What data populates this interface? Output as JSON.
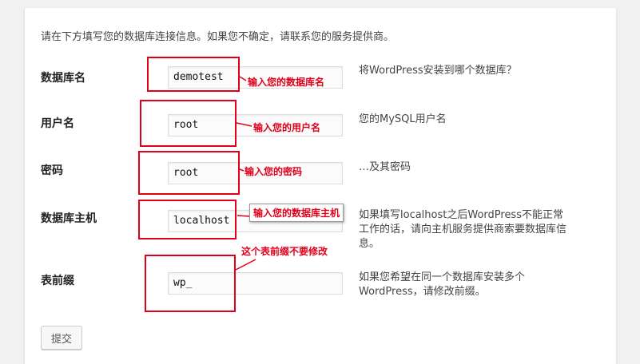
{
  "intro": "请在下方填写您的数据库连接信息。如果您不确定，请联系您的服务提供商。",
  "rows": [
    {
      "label": "数据库名",
      "value": "demotest",
      "desc": "将WordPress安装到哪个数据库？",
      "note": "输入您的数据库名"
    },
    {
      "label": "用户名",
      "value": "root",
      "desc": "您的MySQL用户名",
      "note": "输入您的用户名"
    },
    {
      "label": "密码",
      "value": "root",
      "desc": "…及其密码",
      "note": "输入您的密码"
    },
    {
      "label": "数据库主机",
      "value": "localhost",
      "desc_line1": "如果填写localhost之后WordPress不能正常",
      "desc_line2": "工作的话，请向主机服务提供商索要数据库信",
      "desc_line3": "息。",
      "note": "输入您的数据库主机"
    },
    {
      "label": "表前缀",
      "value": "wp_",
      "desc_line1": "如果您希望在同一个数据库安装多个",
      "desc_line2": "WordPress，请修改前缀。",
      "note": "这个表前缀不要修改"
    }
  ],
  "submit_label": "提交",
  "annotation_color": "#e0001a"
}
